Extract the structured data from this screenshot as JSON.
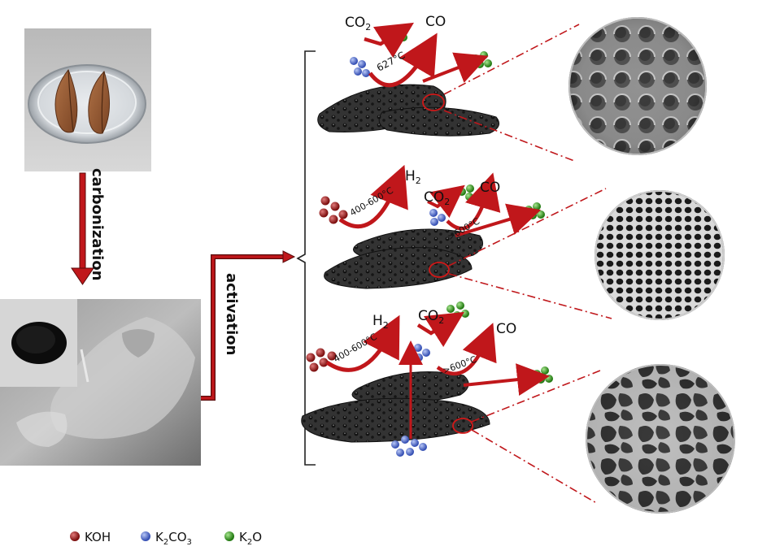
{
  "process": {
    "step1": "carbonization",
    "step2": "activation"
  },
  "panels": [
    {
      "temp": "627°C",
      "gas_a": "CO",
      "gas_a_sub": "2",
      "gas_b": "CO"
    },
    {
      "temp_low": "400-600°C",
      "gas_h": "H",
      "gas_h_sub": "2",
      "gas_a": "CO",
      "gas_a_sub": "2",
      "temp_high": ">600°C",
      "gas_b": "CO"
    },
    {
      "temp_low": "400-600°C",
      "gas_h": "H",
      "gas_h_sub": "2",
      "gas_a": "CO",
      "gas_a_sub": "2",
      "temp_high": ">600°C",
      "gas_b": "CO"
    }
  ],
  "legend": [
    {
      "label": "KOH",
      "color": "#a32020"
    },
    {
      "label": "K",
      "sub1": "2",
      "mid": "CO",
      "sub2": "3",
      "color": "#5b78d6"
    },
    {
      "label": "K",
      "sub1": "2",
      "mid": "O",
      "sub2": "",
      "color": "#3fae2a"
    }
  ],
  "colors": {
    "arrow_red": "#c0171b",
    "dash_red": "#c0171b",
    "carbon_dark": "#2b2b2b"
  }
}
